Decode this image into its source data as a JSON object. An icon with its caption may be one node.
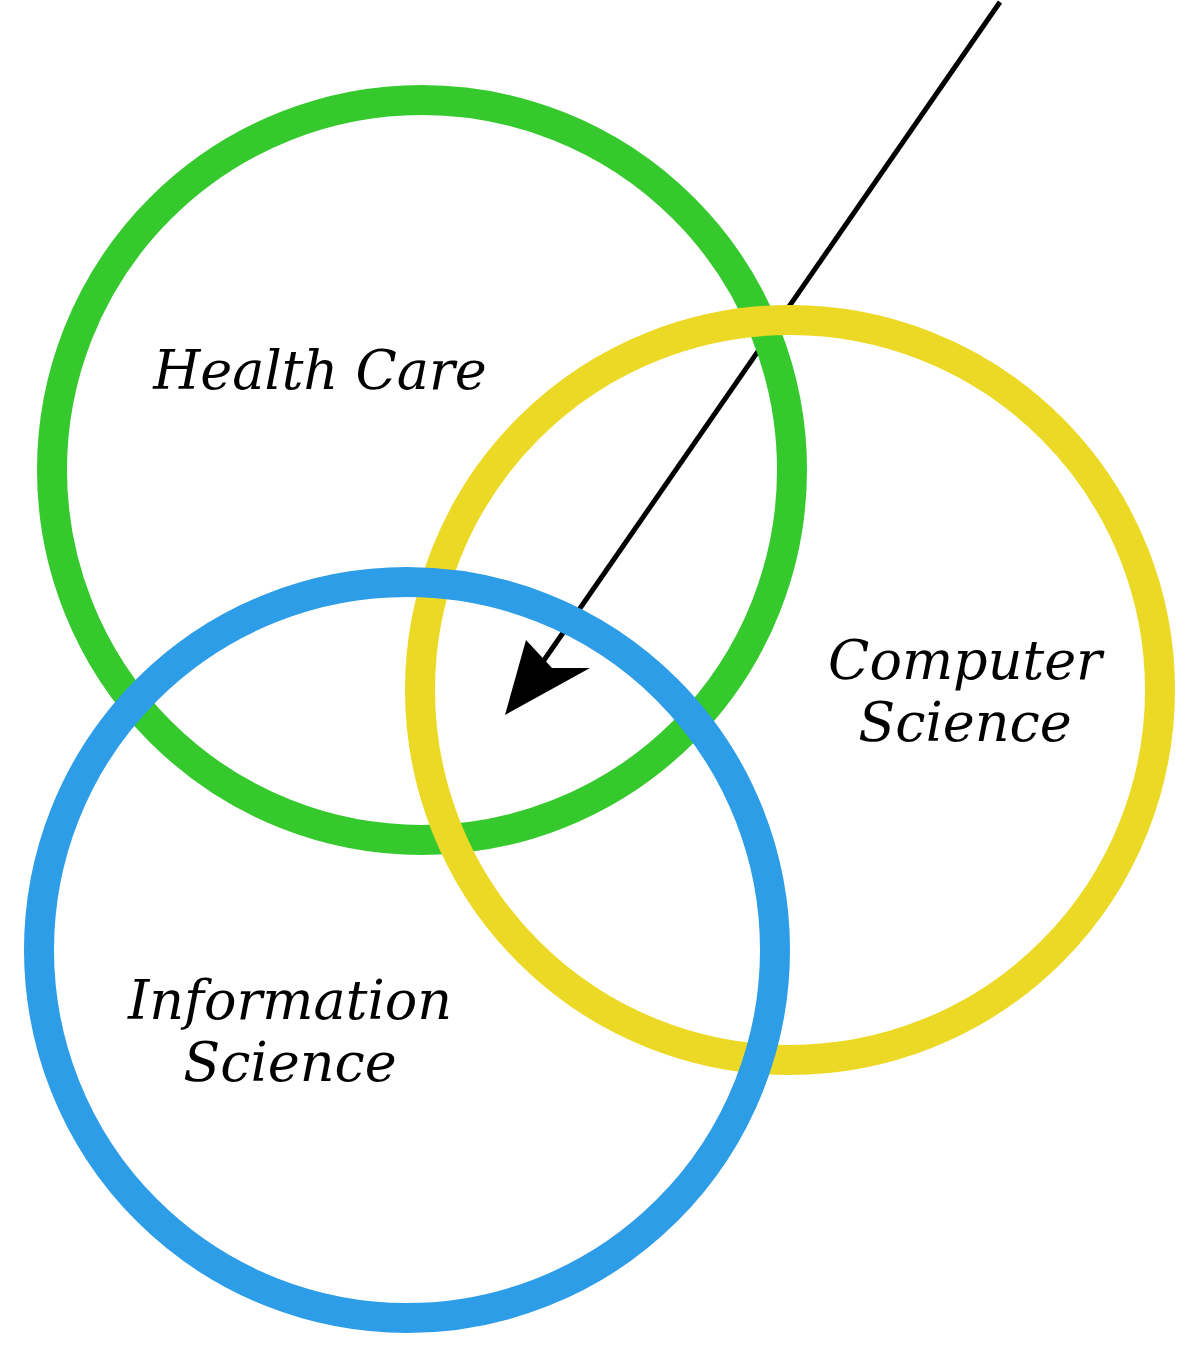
{
  "diagram": {
    "nodes": [
      {
        "text": [
          "Health Care"
        ]
      },
      {
        "text": [
          "Computer Science"
        ]
      },
      {
        "text": [
          "Information Science"
        ]
      }
    ]
  }
}
